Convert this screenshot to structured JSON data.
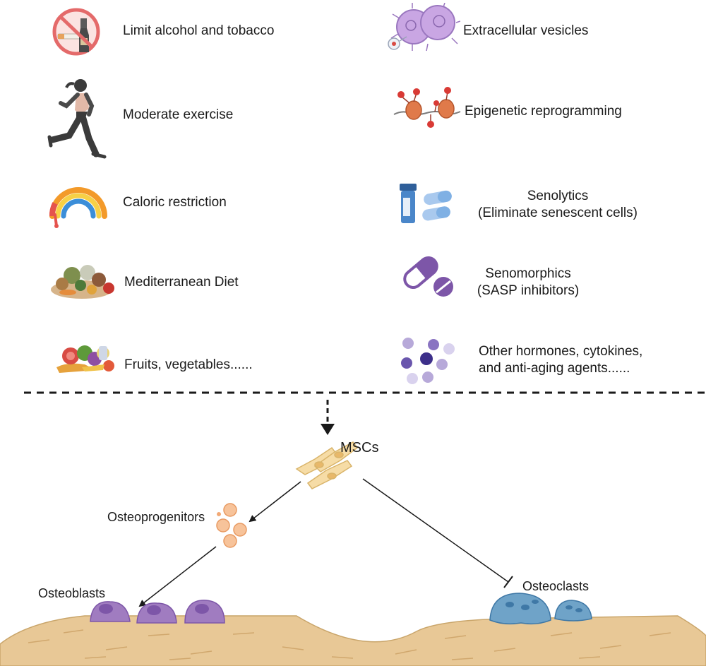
{
  "lifestyle": {
    "items": [
      {
        "label": "Limit alcohol and tobacco",
        "icon": "no-smoking-drinking-icon"
      },
      {
        "label": "Moderate exercise",
        "icon": "runner-icon"
      },
      {
        "label": "Caloric restriction",
        "icon": "rainbow-gauge-icon"
      },
      {
        "label": "Mediterranean Diet",
        "icon": "food-platter-icon"
      },
      {
        "label": "Fruits, vegetables......",
        "icon": "fruit-basket-icon"
      }
    ]
  },
  "therapies": {
    "items": [
      {
        "label": "Extracellular vesicles",
        "icon": "vesicles-icon"
      },
      {
        "label": "Epigenetic reprogramming",
        "icon": "nucleosome-icon"
      },
      {
        "label_line1": "Senolytics",
        "label_line2": "(Eliminate senescent cells)",
        "icon": "pills-bottle-icon"
      },
      {
        "label_line1": "Senomorphics",
        "label_line2": "(SASP inhibitors)",
        "icon": "capsule-tablet-icon"
      },
      {
        "label_line1": "Other hormones, cytokines,",
        "label_line2": "and anti-aging agents......",
        "icon": "molecules-icon"
      }
    ]
  },
  "pathway": {
    "msc_label": "MSCs",
    "osteoprogenitors_label": "Osteoprogenitors",
    "osteoblasts_label": "Osteoblasts",
    "osteoclasts_label": "Osteoclasts"
  },
  "colors": {
    "osteoblast": "#a07cc0",
    "osteoclast": "#6fa3c8",
    "bone": "#e8c896",
    "msc": "#f6dca6",
    "progenitor": "#f7c39a"
  }
}
